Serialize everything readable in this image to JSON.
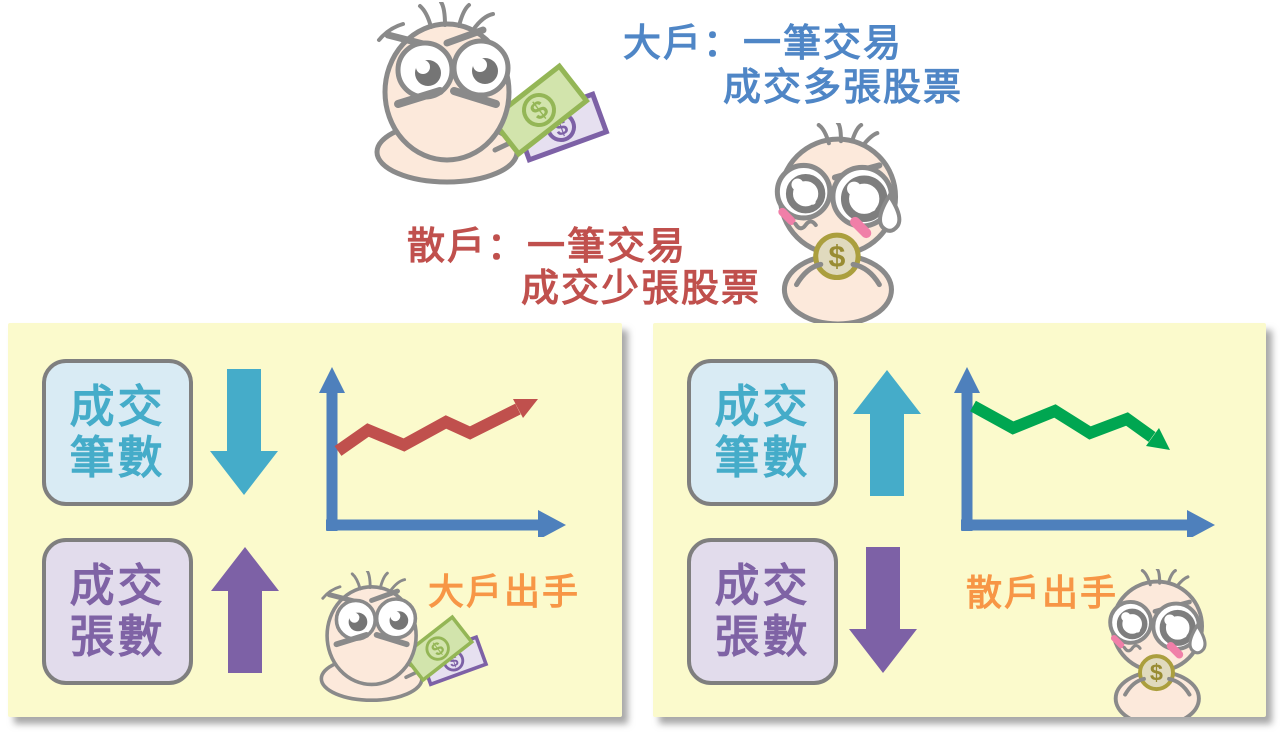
{
  "title_notes": {
    "big_player": {
      "line1": "大戶：一筆交易",
      "line2": "成交多張股票",
      "color": "#4F86C6"
    },
    "retail": {
      "line1": "散戶：一筆交易",
      "line2": "成交少張股票",
      "color": "#C0504D"
    }
  },
  "panels": [
    {
      "name": "big-player-panel",
      "background": "#FBFACC",
      "metric_boxes": [
        {
          "label": "成交\n筆數",
          "arrow_direction": "down",
          "arrow_color": "#45ACC9"
        },
        {
          "label": "成交\n張數",
          "arrow_direction": "up",
          "arrow_color": "#7D61A6"
        }
      ],
      "trend": {
        "type": "line",
        "direction": "up",
        "color": "#C0504D",
        "axis_color": "#4E80BC"
      },
      "caption": "大戶出手"
    },
    {
      "name": "retail-panel",
      "background": "#FBFACC",
      "metric_boxes": [
        {
          "label": "成交\n筆數",
          "arrow_direction": "up",
          "arrow_color": "#45ACC9"
        },
        {
          "label": "成交\n張數",
          "arrow_direction": "down",
          "arrow_color": "#7D61A6"
        }
      ],
      "trend": {
        "type": "line",
        "direction": "down",
        "color": "#00A651",
        "axis_color": "#4E80BC"
      },
      "caption": "散戶出手"
    }
  ],
  "symbols": {
    "dollar": "$"
  },
  "colors": {
    "accent_blue": "#4F86C6",
    "accent_red": "#C0504D",
    "accent_teal": "#45ACC9",
    "accent_purple": "#7D61A6",
    "accent_orange": "#F79646",
    "accent_green": "#00A651",
    "panel_yellow": "#FBFACC",
    "box_blue_fill": "#D9EBF4",
    "box_purple_fill": "#E2DCEC",
    "outline_gray": "#8A8A8A",
    "skin": "#FCE9DB"
  }
}
